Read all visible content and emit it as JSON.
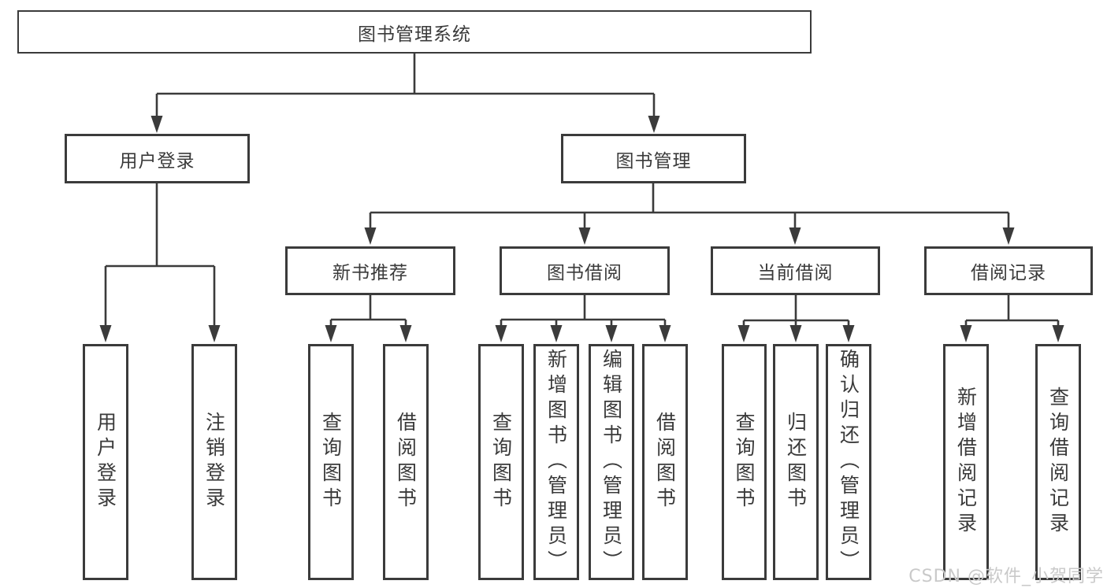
{
  "diagram_title": "图书管理系统",
  "watermark": "CSDN @软件_小贺同学",
  "colors": {
    "line": "#3b3b3b",
    "text": "#3a3a3a",
    "box_background": "#ffffff",
    "watermark": "#c9c9c9"
  },
  "tree": {
    "root": {
      "label": "图书管理系统"
    },
    "branches": [
      {
        "label": "用户登录",
        "children": [
          {
            "label": "用户登录"
          },
          {
            "label": "注销登录"
          }
        ]
      },
      {
        "label": "图书管理",
        "children": [
          {
            "label": "新书推荐",
            "children": [
              {
                "label": "查询图书"
              },
              {
                "label": "借阅图书"
              }
            ]
          },
          {
            "label": "图书借阅",
            "children": [
              {
                "label": "查询图书"
              },
              {
                "label": "新增图书（管理员）"
              },
              {
                "label": "编辑图书（管理员）"
              },
              {
                "label": "借阅图书"
              }
            ]
          },
          {
            "label": "当前借阅",
            "children": [
              {
                "label": "查询图书"
              },
              {
                "label": "归还图书"
              },
              {
                "label": "确认归还（管理员）"
              }
            ]
          },
          {
            "label": "借阅记录",
            "children": [
              {
                "label": "新增借阅记录"
              },
              {
                "label": "查询借阅记录"
              }
            ]
          }
        ]
      }
    ]
  }
}
